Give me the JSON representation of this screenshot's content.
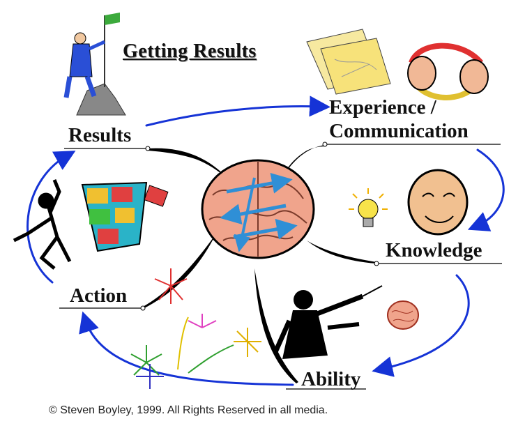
{
  "title": "Getting Results",
  "nodes": {
    "results": "Results",
    "experience_line1": "Experience /",
    "experience_line2": "Communication",
    "knowledge": "Knowledge",
    "ability": "Ability",
    "action": "Action"
  },
  "footer": "© Steven Boyley, 1999. All Rights Reserved in all media.",
  "colors": {
    "arrow": "#1533d6",
    "branch": "#000000",
    "brain": "#f0a48c",
    "brain_arrows": "#2f8fd6"
  },
  "icons": [
    "climber-with-flag-icon",
    "map-papers-icon",
    "two-heads-talking-icon",
    "lightbulb-icon",
    "smiling-face-icon",
    "brain-with-arrows-icon",
    "conductor-icon",
    "small-brain-icon",
    "fireworks-icon",
    "puzzle-icon",
    "dancing-stickman-icon"
  ]
}
